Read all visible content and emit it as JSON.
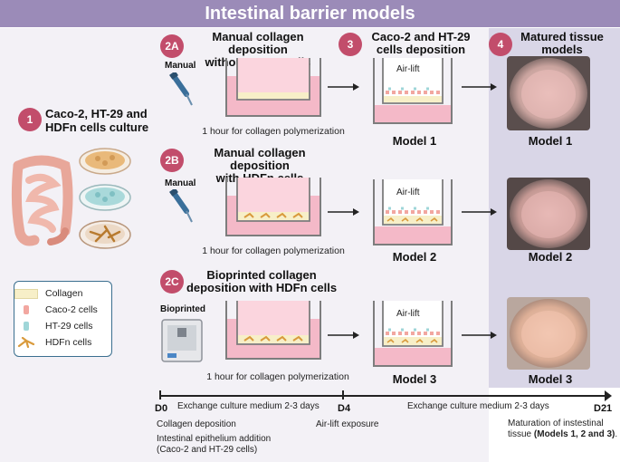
{
  "title": "Intestinal barrier models",
  "steps": {
    "s1": {
      "badge": "1",
      "label_line1": "Caco-2, HT-29 and",
      "label_line2": "HDFn cells culture"
    },
    "s2a": {
      "badge": "2A",
      "label_line1": "Manual collagen deposition",
      "label_line2": "without  HDFn cells"
    },
    "s2b": {
      "badge": "2B",
      "label_line1": "Manual collagen deposition",
      "label_line2": "with HDFn cells"
    },
    "s2c": {
      "badge": "2C",
      "label_line1": "Bioprinted collagen",
      "label_line2": "deposition with HDFn cells"
    },
    "s3": {
      "badge": "3",
      "label_line1": "Caco-2 and HT-29",
      "label_line2": "cells deposition"
    },
    "s4": {
      "badge": "4",
      "label_line1": "Matured tissue",
      "label_line2": "models"
    }
  },
  "device_labels": {
    "manual": "Manual",
    "bioprinted": "Bioprinted"
  },
  "polymerization_caption": "1 hour for collagen polymerization",
  "airlift_label": "Air-lift",
  "models": [
    "Model 1",
    "Model 2",
    "Model 3"
  ],
  "legend": [
    {
      "label": "Collagen",
      "icon": "collagen-swatch",
      "color": "#f7efc8"
    },
    {
      "label": "Caco-2 cells",
      "icon": "caco2-cell",
      "color": "#f2a7a0"
    },
    {
      "label": "HT-29 cells",
      "icon": "ht29-cell",
      "color": "#9fd6d8"
    },
    {
      "label": "HDFn cells",
      "icon": "hdfn-cell",
      "color": "#d99a3c"
    }
  ],
  "timeline": {
    "d0": "D0",
    "d4": "D4",
    "d21": "D21",
    "seg1": "Exchange culture medium 2-3 days",
    "seg2": "Exchange culture medium 2-3 days",
    "d0_note1": "Collagen deposition",
    "d0_note2": "Intestinal epithelium addition",
    "d0_note3": "(Caco-2 and HT-29 cells)",
    "d4_note": "Air-lift exposure",
    "d21_note1": "Maturation of instestinal",
    "d21_note2_prefix": "tissue ",
    "d21_note2_bold": "(Models 1, 2 and 3)",
    "d21_note2_suffix": "."
  },
  "colors": {
    "title_bar": "#9b8bb8",
    "badge": "#c24d6b",
    "medium": "#f4b9c8",
    "right_panel": "#d9d6e7"
  }
}
